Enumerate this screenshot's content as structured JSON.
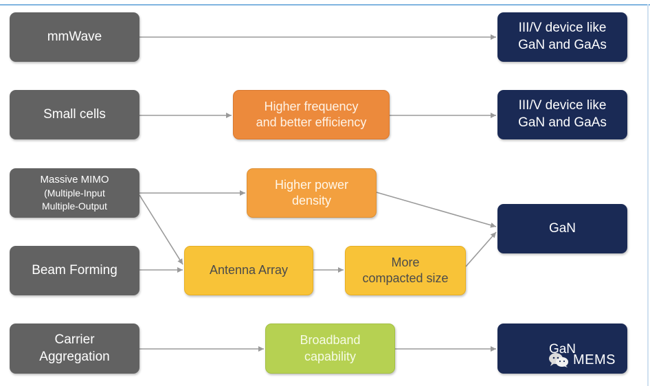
{
  "nodes": {
    "mmwave": "mmWave",
    "iiiv_1_line1": "III/V device like",
    "iiiv_1_line2": "GaN and GaAs",
    "small_cells": "Small cells",
    "higher_freq_line1": "Higher frequency",
    "higher_freq_line2": "and better efficiency",
    "iiiv_2_line1": "III/V device like",
    "iiiv_2_line2": "GaN and GaAs",
    "massive_mimo_line1": "Massive MIMO",
    "massive_mimo_line2": "(Multiple-Input",
    "massive_mimo_line3": "Multiple-Output",
    "higher_power_line1": "Higher power",
    "higher_power_line2": "density",
    "gan_main": "GaN",
    "beam_forming": "Beam Forming",
    "antenna_array": "Antenna Array",
    "more_compacted_line1": "More",
    "more_compacted_line2": "compacted size",
    "carrier_agg_line1": "Carrier",
    "carrier_agg_line2": "Aggregation",
    "broadband_line1": "Broadband",
    "broadband_line2": "capability",
    "gan_bottom": "GaN"
  },
  "watermark": {
    "text": "MEMS",
    "icon": "wechat-icon"
  },
  "colors": {
    "source_grey": "#626262",
    "result_navy": "#1a2a55",
    "orange_dark": "#ec8a3c",
    "orange_light": "#f3a03f",
    "yellow": "#f8c338",
    "lime": "#b6d152",
    "arrow": "#9a9a9a"
  }
}
